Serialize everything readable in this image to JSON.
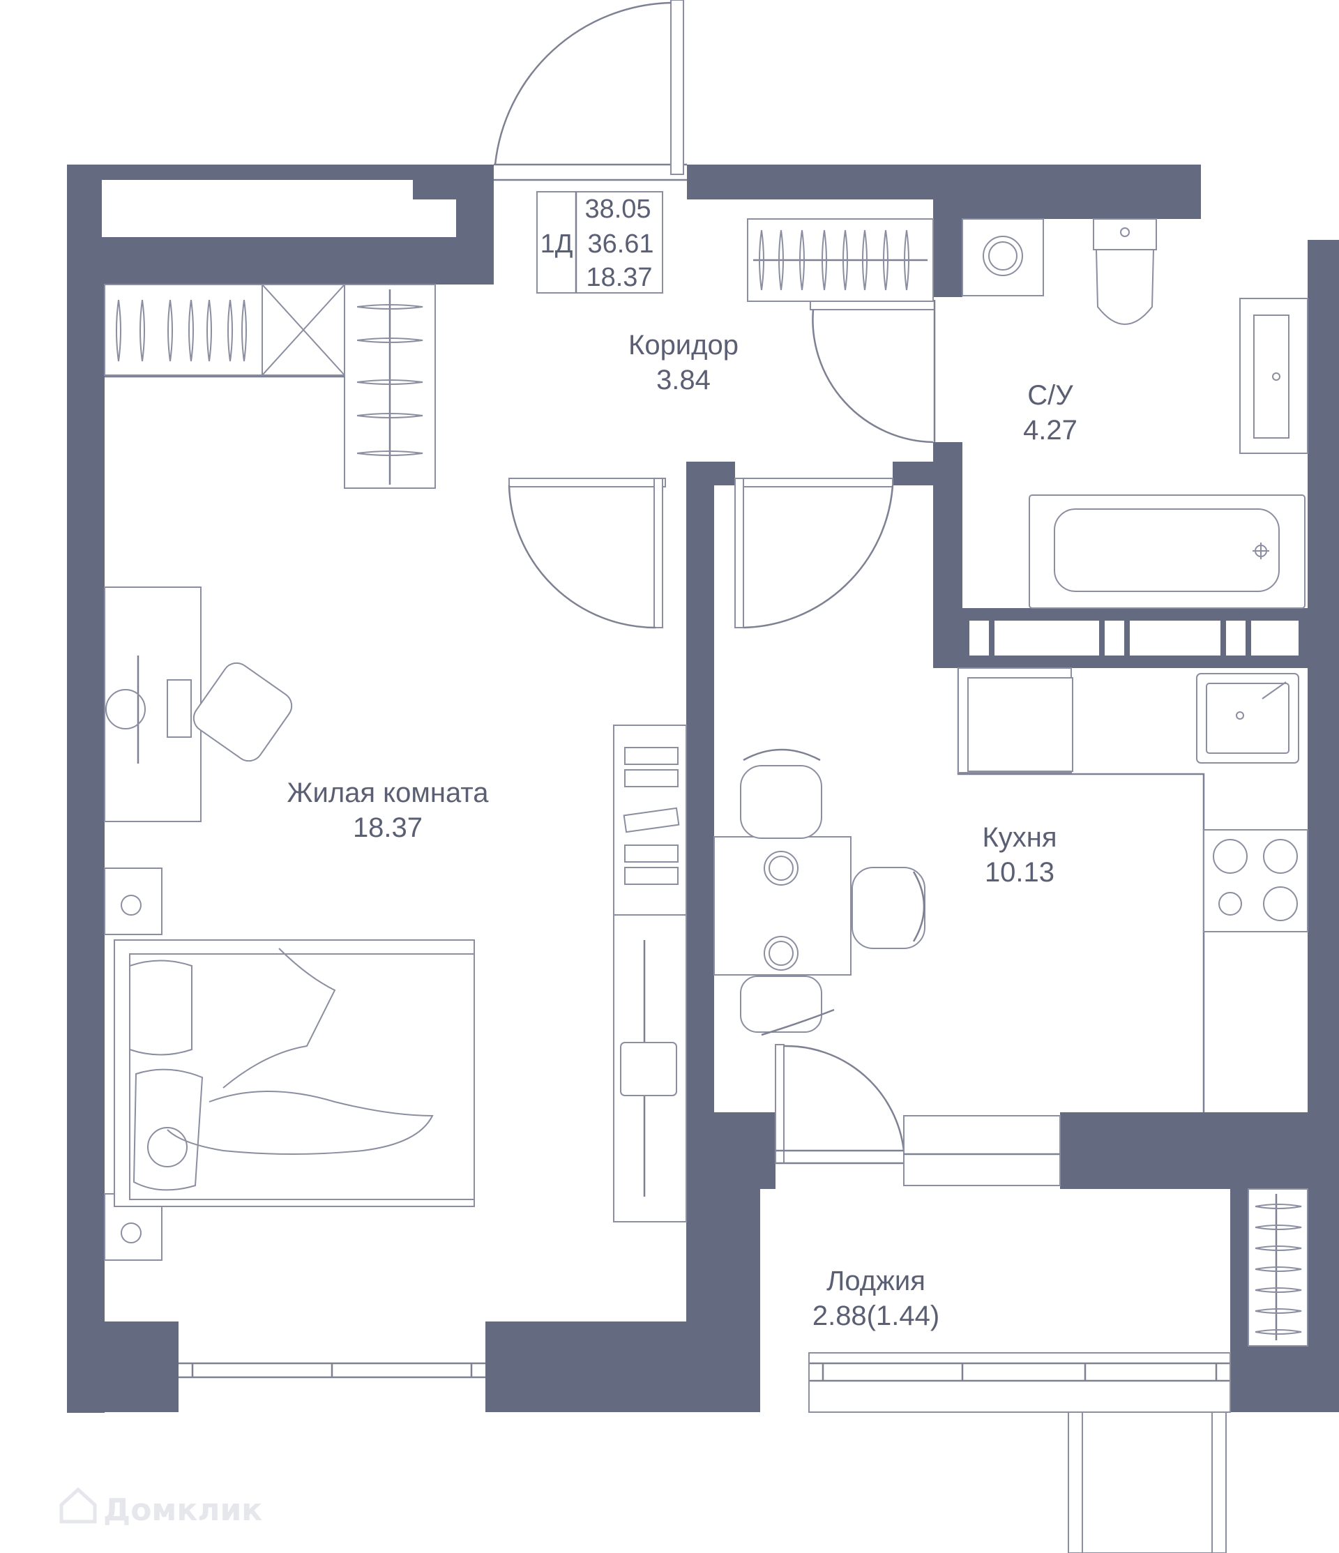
{
  "colors": {
    "wall": "#646a80",
    "line": "#7d8193",
    "text": "#5a5f73",
    "background": "#ffffff",
    "watermark": "#e6e7ec"
  },
  "apartment": {
    "type": "1Д",
    "total_area": "38.05",
    "living_area_total": "36.61",
    "living_room_area": "18.37"
  },
  "rooms": {
    "corridor": {
      "name": "Коридор",
      "area": "3.84"
    },
    "bathroom": {
      "name": "С/У",
      "area": "4.27"
    },
    "living_room": {
      "name": "Жилая комната",
      "area": "18.37"
    },
    "kitchen": {
      "name": "Кухня",
      "area": "10.13"
    },
    "loggia": {
      "name": "Лоджия",
      "area": "2.88(1.44)"
    }
  },
  "watermark": {
    "text": "Домклик",
    "icon": "house-icon"
  }
}
